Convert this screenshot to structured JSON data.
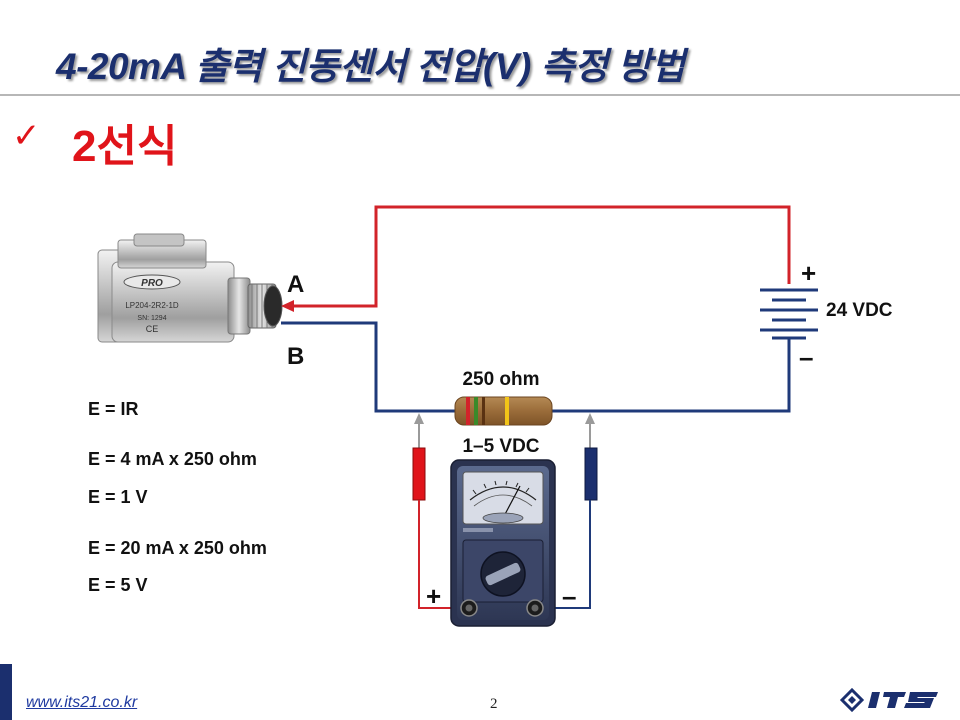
{
  "slide": {
    "title": "4-20mA 출력 진동센서 전압(V) 측정 방법",
    "subtitle": "2선식",
    "footer_url": "www.its21.co.kr",
    "page_number": "2"
  },
  "diagram": {
    "terminal_a": "A",
    "terminal_b": "B",
    "resistor_label": "250 ohm",
    "meter_label": "1–5 VDC",
    "supply_label": "24 VDC",
    "supply_plus": "+",
    "supply_minus": "–",
    "meter_plus": "+",
    "meter_minus": "–",
    "sensor_brand": "PRO",
    "sensor_model": "LP204-2R2-1D",
    "sensor_serial": "SN: 1294",
    "sensor_ce": "CE"
  },
  "equations": [
    "E = IR",
    "E = 4 mA x 250 ohm",
    "E = 1 V",
    "E = 20 mA x 250 ohm",
    "E = 5 V"
  ],
  "colors": {
    "title": "#1b2f6e",
    "accent_red": "#e0141a",
    "wire_red": "#d2232a",
    "wire_blue": "#1f3a7a"
  }
}
